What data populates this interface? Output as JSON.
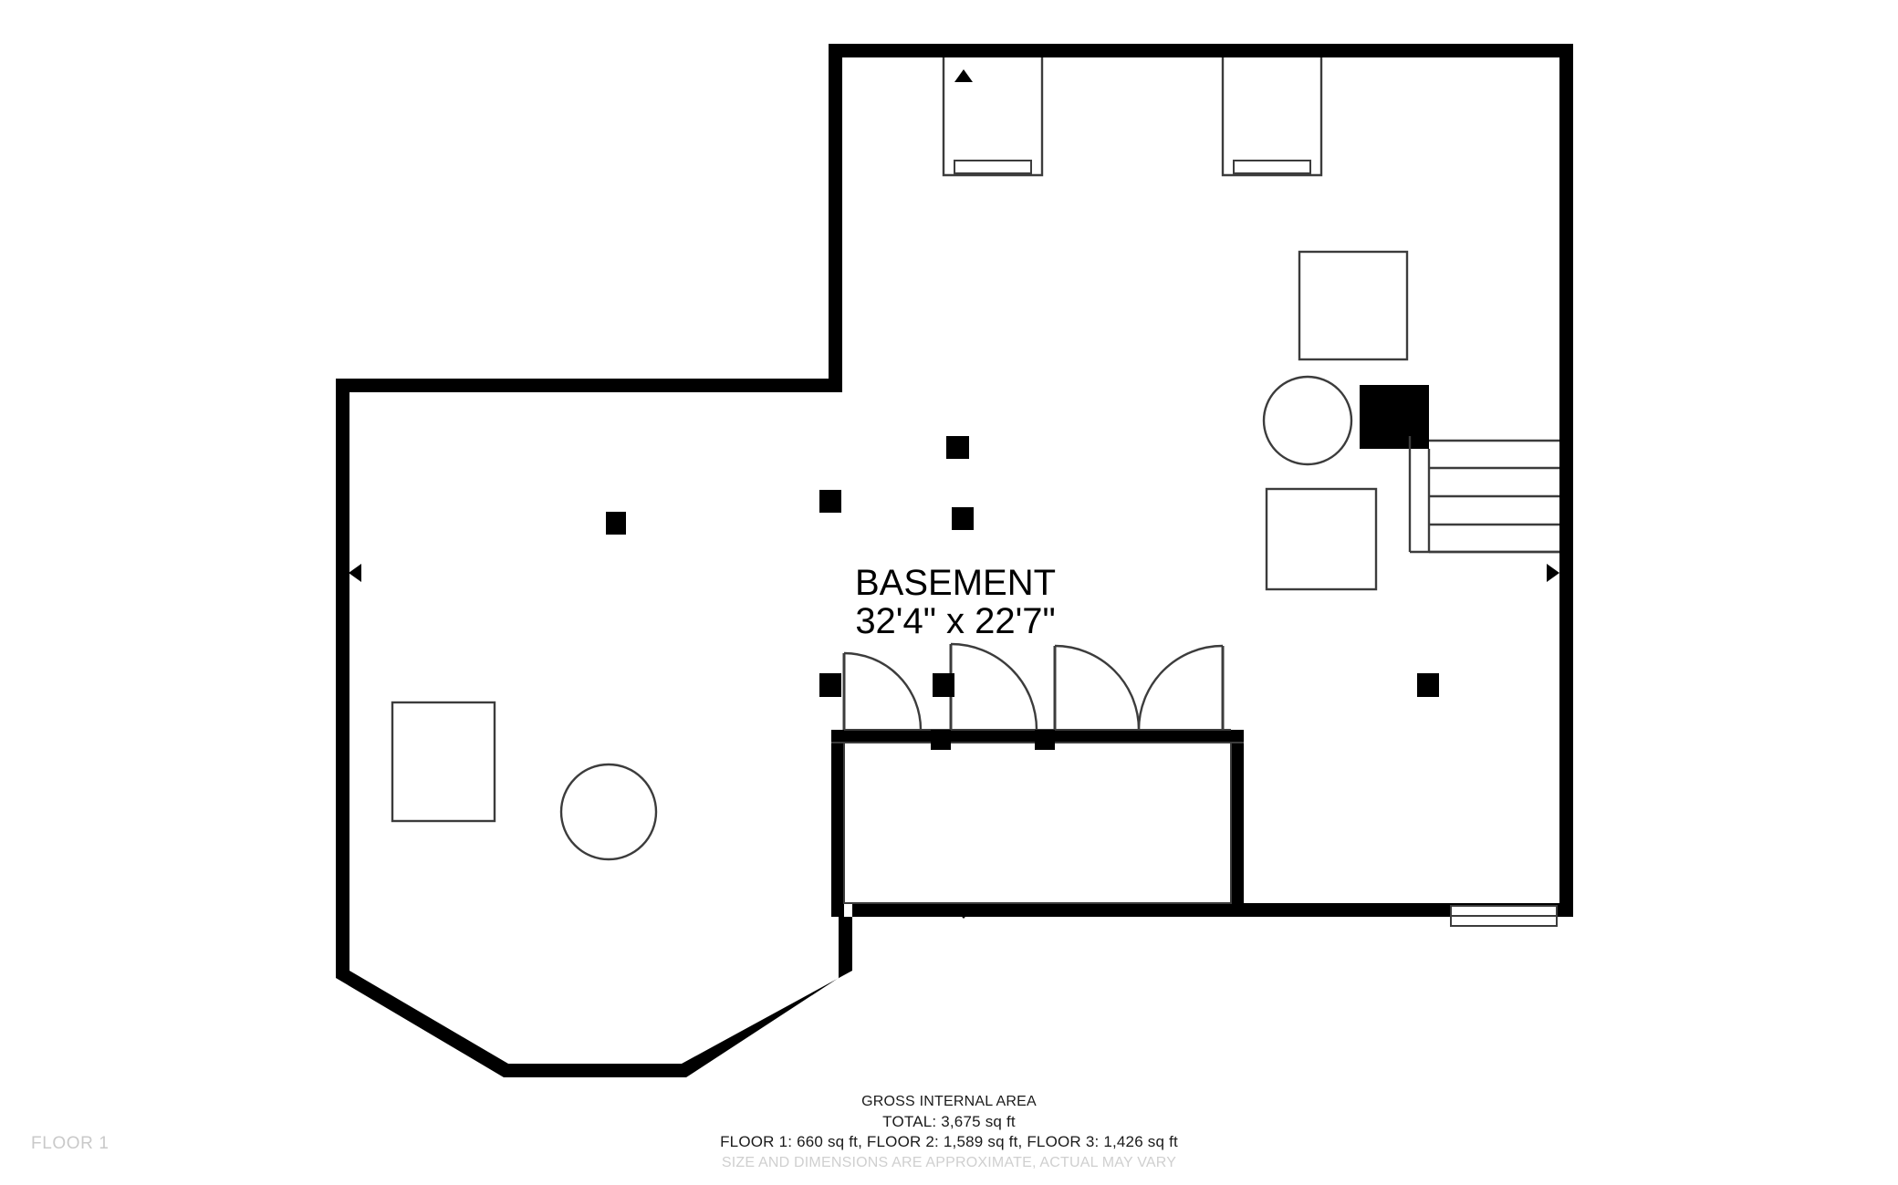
{
  "plan": {
    "title": "BASEMENT",
    "dimensions": "32'4\" x 22'7\"",
    "wall_color": "#000000",
    "fixture_stroke": "#3c3c3c",
    "background": "#ffffff"
  },
  "floor_tag": "FLOOR 1",
  "footer": {
    "heading": "GROSS INTERNAL AREA",
    "total": "TOTAL: 3,675 sq ft",
    "breakdown": "FLOOR 1: 660 sq ft, FLOOR 2: 1,589 sq ft, FLOOR 3: 1,426 sq ft",
    "disclaimer": "SIZE AND DIMENSIONS ARE APPROXIMATE, ACTUAL MAY VARY"
  },
  "features": {
    "windows": [
      {
        "name": "window-well-top-left",
        "label": "window"
      },
      {
        "name": "window-well-top-right",
        "label": "window"
      },
      {
        "name": "window-bottom-right",
        "label": "window"
      }
    ],
    "doors": [
      {
        "name": "door-closet-left",
        "type": "single-swing"
      },
      {
        "name": "door-closet-middle",
        "type": "single-swing"
      },
      {
        "name": "door-closet-double",
        "type": "double-swing"
      }
    ],
    "fixtures": [
      {
        "name": "furnace-unit",
        "shape": "square"
      },
      {
        "name": "water-heater",
        "shape": "circle"
      },
      {
        "name": "utility-unit",
        "shape": "square"
      },
      {
        "name": "chimney-column",
        "shape": "filled-square"
      },
      {
        "name": "storage-unit",
        "shape": "square"
      },
      {
        "name": "tank-circle",
        "shape": "circle"
      }
    ],
    "stairs": {
      "name": "staircase",
      "treads": 5
    },
    "columns": 6,
    "direction_markers": [
      {
        "name": "marker-north",
        "direction": "up"
      },
      {
        "name": "marker-west",
        "direction": "left"
      },
      {
        "name": "marker-east",
        "direction": "right"
      },
      {
        "name": "marker-south",
        "direction": "down"
      }
    ]
  }
}
